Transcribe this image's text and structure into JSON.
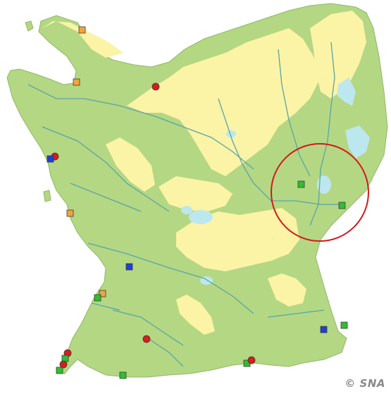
{
  "credit": {
    "text": "© SNA"
  },
  "colors": {
    "background": "#ffffff",
    "lowland": "#b4d783",
    "upland": "#fbf3a6",
    "coast": "#8fb868",
    "water": "#bde7ef",
    "river": "#5aa5a5",
    "highlight_circle": "#d21a1a",
    "marker_red": "#d91c1c",
    "marker_orange": "#f2a53c",
    "marker_blue": "#1f3fd6",
    "marker_green": "#2ec02e",
    "marker_outline": "#3a3a3a"
  },
  "markers": [
    {
      "type": "square",
      "color": "orange"
    },
    {
      "type": "square",
      "color": "orange"
    },
    {
      "type": "circle",
      "color": "red"
    },
    {
      "type": "circle",
      "color": "red"
    },
    {
      "type": "square",
      "color": "blue"
    },
    {
      "type": "square",
      "color": "orange"
    },
    {
      "type": "square",
      "color": "green"
    },
    {
      "type": "square",
      "color": "green"
    },
    {
      "type": "square",
      "color": "blue"
    },
    {
      "type": "square",
      "color": "orange"
    },
    {
      "type": "square",
      "color": "green"
    },
    {
      "type": "circle",
      "color": "red"
    },
    {
      "type": "square",
      "color": "blue"
    },
    {
      "type": "square",
      "color": "green"
    },
    {
      "type": "circle",
      "color": "red"
    },
    {
      "type": "square",
      "color": "green"
    },
    {
      "type": "circle",
      "color": "red"
    },
    {
      "type": "square",
      "color": "green"
    },
    {
      "type": "square",
      "color": "green"
    },
    {
      "type": "square",
      "color": "green"
    },
    {
      "type": "circle",
      "color": "red"
    },
    {
      "type": "square",
      "color": "green"
    }
  ]
}
